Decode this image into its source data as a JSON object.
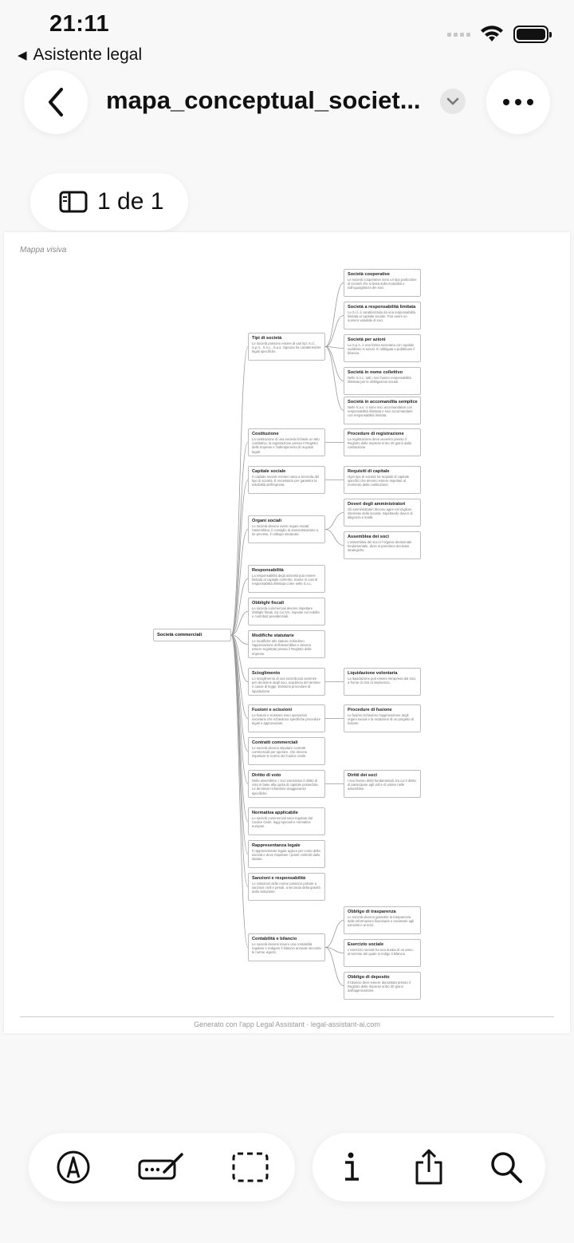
{
  "status": {
    "time": "21:11",
    "back_app": "Asistente legal"
  },
  "nav": {
    "title": "mapa_conceptual_societ..."
  },
  "page_indicator": {
    "label": "1 de 1"
  },
  "document": {
    "header": "Mappa visiva",
    "footer": "Generato con l'app Legal Assistant · legal-assistant-ai.com",
    "root": "Società commerciali",
    "branches": [
      {
        "title": "Tipi di società",
        "desc": "Le società possono essere di vari tipi: S.r.l., S.p.A., S.n.c., S.a.s. Ognuna ha caratteristiche legali specifiche.",
        "children": [
          {
            "title": "Società cooperative",
            "desc": "Le società cooperative sono un tipo particolare di società che si basa sulla mutualità e sull'uguaglianza dei soci."
          },
          {
            "title": "Società a responsabilità limitata",
            "desc": "La S.r.l. è caratterizzata da una responsabilità limitata al capitale sociale. Può avere un numero variabile di soci."
          },
          {
            "title": "Società per azioni",
            "desc": "La S.p.A. è una forma societaria con capitale suddiviso in azioni. È obbligata a pubblicare il bilancio."
          },
          {
            "title": "Società in nome collettivo",
            "desc": "Nelle S.n.c. tutti i soci hanno responsabilità illimitata per le obbligazioni sociali."
          },
          {
            "title": "Società in accomandita semplice",
            "desc": "Nelle S.a.s. ci sono soci accomandatari con responsabilità illimitata e soci accomandanti con responsabilità limitata."
          }
        ]
      },
      {
        "title": "Costituzione",
        "desc": "La costituzione di una società richiede un atto costitutivo, la registrazione presso il Registro delle Imprese e l'adempimento di requisiti legali.",
        "children": [
          {
            "title": "Procedure di registrazione",
            "desc": "La registrazione deve avvenire presso il Registro delle Imprese entro 20 giorni dalla costituzione."
          }
        ]
      },
      {
        "title": "Capitale sociale",
        "desc": "Il capitale sociale minimo varia a seconda del tipo di società. È necessario per garantire la solvibilità dell'impresa.",
        "children": [
          {
            "title": "Requisiti di capitale",
            "desc": "Ogni tipo di società ha requisiti di capitale specifici che devono essere rispettati al momento della costituzione."
          }
        ]
      },
      {
        "title": "Organi sociali",
        "desc": "Le società devono avere organi sociali: l'assemblea, il consiglio di amministrazione e, se previsto, il collegio sindacale.",
        "children": [
          {
            "title": "Doveri degli amministratori",
            "desc": "Gli amministratori devono agire nel migliore interesse della società, rispettando doveri di diligenza e lealtà."
          },
          {
            "title": "Assemblea dei soci",
            "desc": "L'assemblea dei soci è l'organo decisionale fondamentale, dove si prendono decisioni strategiche."
          }
        ]
      },
      {
        "title": "Responsabilità",
        "desc": "La responsabilità degli azionisti può essere limitata al capitale conferito, tranne in casi di responsabilità illimitata come nelle S.n.c.",
        "children": []
      },
      {
        "title": "Obblighi fiscali",
        "desc": "Le società commerciali devono rispettare obblighi fiscali, tra cui IVA, imposte sul reddito e contributi previdenziali.",
        "children": []
      },
      {
        "title": "Modifiche statutarie",
        "desc": "Le modifiche allo statuto richiedono l'approvazione dell'assemblea e devono essere registrate presso il Registro delle Imprese.",
        "children": []
      },
      {
        "title": "Scioglimento",
        "desc": "Lo scioglimento di una società può avvenire per decisione degli soci, scadenza del termine o cause di legge. Esistono procedure di liquidazione.",
        "children": [
          {
            "title": "Liquidazione volontaria",
            "desc": "La liquidazione può essere intrapresa dai soci, a fronte di crisi di insolvenza."
          }
        ]
      },
      {
        "title": "Fusioni e scissioni",
        "desc": "Le fusioni e scissioni sono operazioni societarie che richiedono specifiche procedure legali e approvazioni.",
        "children": [
          {
            "title": "Procedure di fusione",
            "desc": "Le fusioni richiedono l'approvazione degli organi sociali e la redazione di un progetto di fusione."
          }
        ]
      },
      {
        "title": "Contratti commerciali",
        "desc": "Le società devono stipulare contratti commerciali per operare, che devono rispettare le norme del Codice Civile.",
        "children": []
      },
      {
        "title": "Diritto di voto",
        "desc": "Nelle assemblee, i soci esercitano il diritto di voto in base alla quota di capitale posseduta. Le decisioni richiedono maggioranze specifiche.",
        "children": [
          {
            "title": "Diritti dei soci",
            "desc": "I soci hanno diritti fondamentali, tra cui il diritto di partecipare agli utili e di votare nelle assemblee."
          }
        ]
      },
      {
        "title": "Normativa applicabile",
        "desc": "Le società commerciali sono regolate dal Codice Civile, leggi speciali e normative europee.",
        "children": []
      },
      {
        "title": "Rappresentanza legale",
        "desc": "Il rappresentante legale agisce per conto della società e deve rispettare i poteri conferiti dallo statuto.",
        "children": []
      },
      {
        "title": "Sanzioni e responsabilità",
        "desc": "Le violazioni delle norme possono portare a sanzioni civili e penali, a seconda della gravità della violazione.",
        "children": []
      },
      {
        "title": "Contabilità e bilancio",
        "desc": "Le società devono tenere una contabilità regolare e redigere il bilancio annuale secondo le norme vigenti.",
        "children": [
          {
            "title": "Obbligo di trasparenza",
            "desc": "Le società devono garantire la trasparenza delle informazioni finanziarie e societarie agli azionisti e ai terzi."
          },
          {
            "title": "Esercizio sociale",
            "desc": "L'esercizio sociale ha una durata di un anno, al termine del quale si redige il bilancio."
          },
          {
            "title": "Obbligo di deposito",
            "desc": "Il bilancio deve essere depositato presso il Registro delle Imprese entro 30 giorni dall'approvazione."
          }
        ]
      }
    ]
  }
}
